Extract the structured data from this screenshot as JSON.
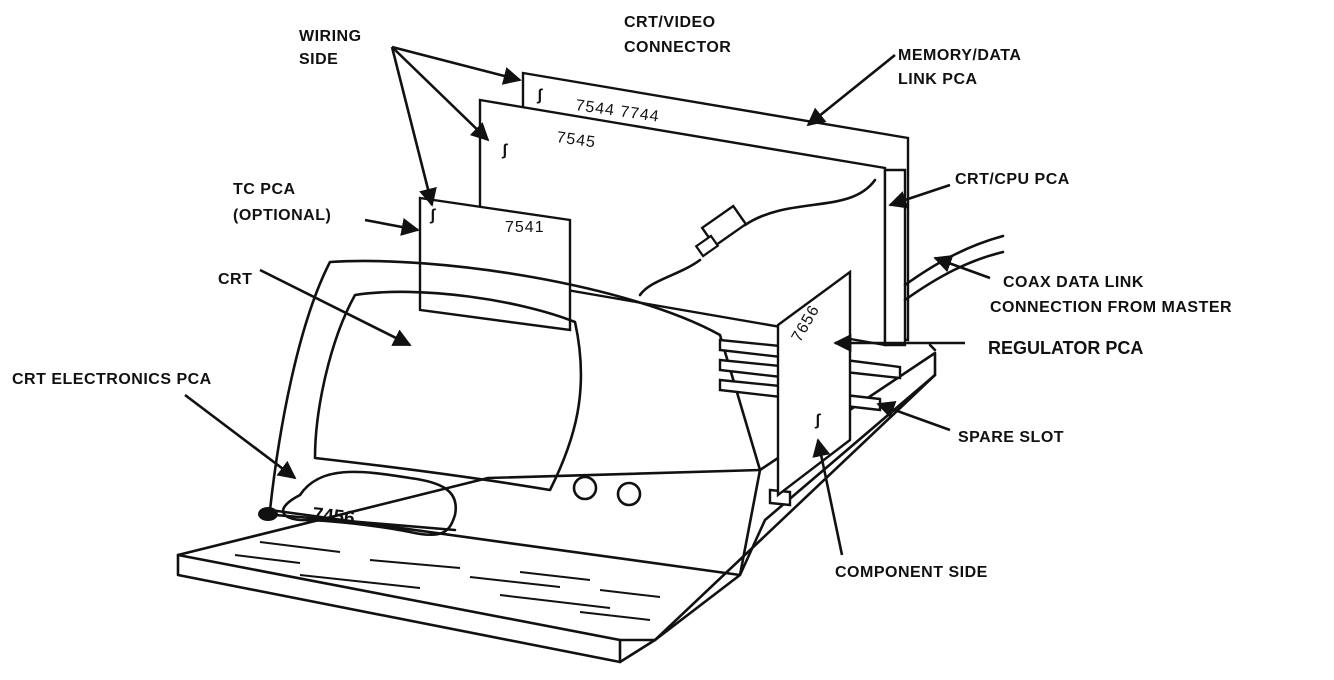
{
  "labels": {
    "wiring_side": [
      "WIRING",
      "SIDE"
    ],
    "crt_video_connector": [
      "CRT/VIDEO",
      "CONNECTOR"
    ],
    "memory_data_link": [
      "MEMORY/DATA",
      "LINK PCA"
    ],
    "crt_cpu": "CRT/CPU  PCA",
    "tc_pca": [
      "TC PCA",
      "(OPTIONAL)"
    ],
    "coax": [
      "COAX DATA LINK",
      "CONNECTION FROM MASTER"
    ],
    "crt": "CRT",
    "regulator": "REGULATOR PCA",
    "crt_electronics": "CRT ELECTRONICS PCA",
    "spare_slot": "SPARE SLOT",
    "component_side": "COMPONENT SIDE"
  },
  "board_numbers": {
    "memory": "7544 7744",
    "cpu": "7545",
    "tc": "7541",
    "regulator": "7656",
    "electronics": "7456"
  }
}
